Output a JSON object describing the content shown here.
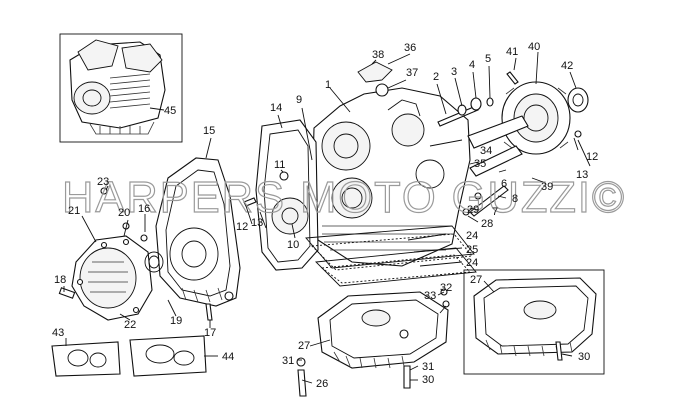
{
  "watermark": "HARPERS MOTO GUZZI©",
  "callouts": [
    "1",
    "2",
    "3",
    "4",
    "5",
    "6",
    "7",
    "8",
    "9",
    "10",
    "11",
    "12",
    "13",
    "14",
    "15",
    "16",
    "17",
    "18",
    "19",
    "20",
    "21",
    "22",
    "23",
    "24",
    "25",
    "26",
    "27",
    "28",
    "29",
    "30",
    "31",
    "32",
    "33",
    "34",
    "35",
    "36",
    "37",
    "38",
    "39",
    "40",
    "41",
    "42",
    "43",
    "44",
    "45"
  ],
  "icons": {
    "inset_engine": "engine-assembly",
    "inset_oil_sump": "oil-sump"
  },
  "colors": {
    "line": "#111111",
    "watermark": "#9a9a9a",
    "background": "#ffffff"
  }
}
